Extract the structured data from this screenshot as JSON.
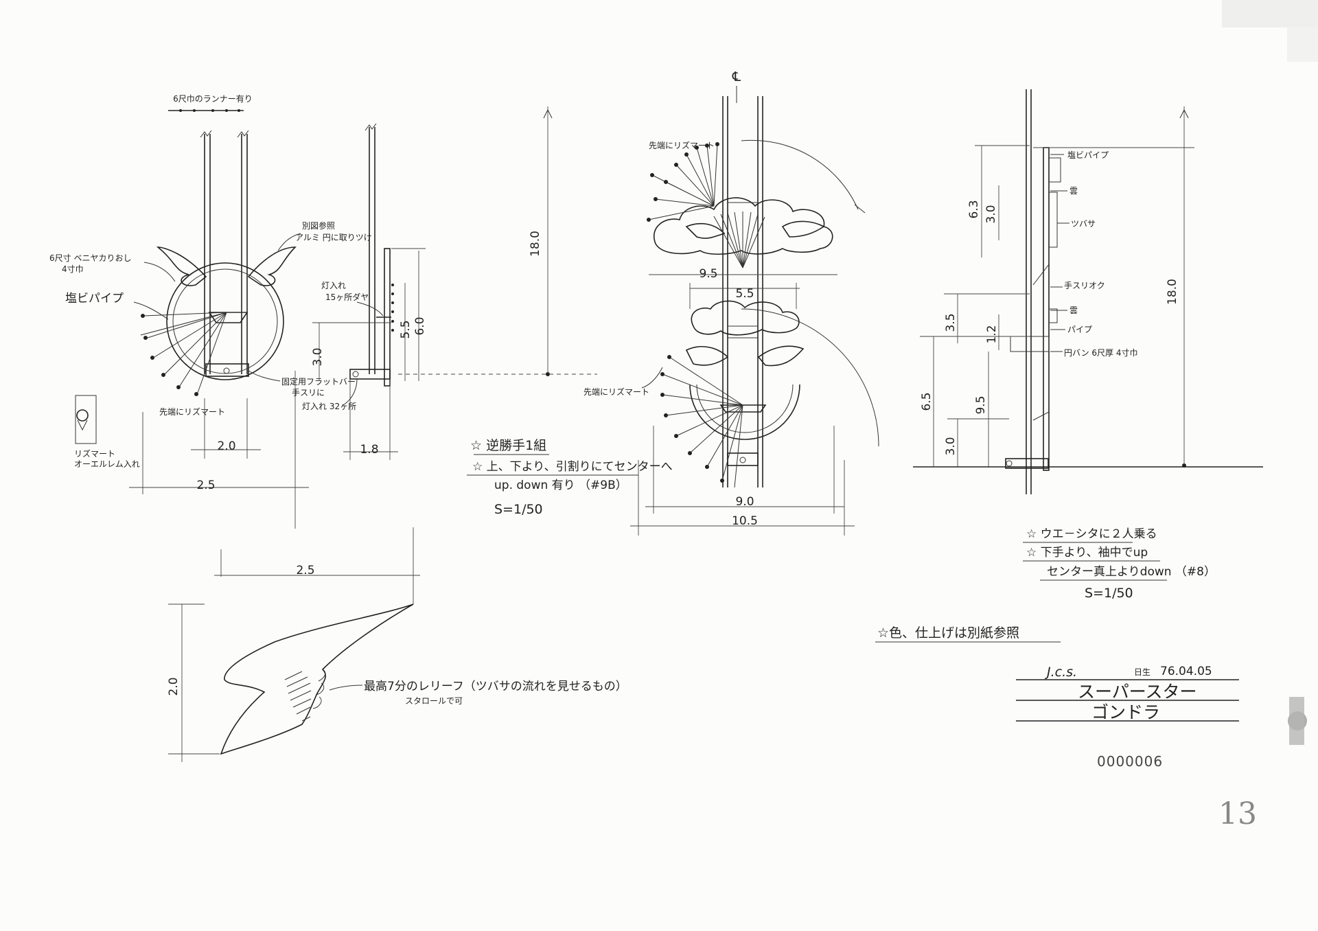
{
  "notes": {
    "runner_note": "6尺巾のランナー有り",
    "refer_drawing": "別図参照",
    "refer_sub": "アルミ 円に取りツけ",
    "plywood_note": "6尺寸 ベニヤカりおし",
    "plywood_sub": "4寸巾",
    "salt_pipe": "塩ビパイプ",
    "light_left": "灯入れ",
    "light_left_sub": "15ヶ所ダヤ",
    "flat_bar": "固定用フラットバー",
    "flat_bar_sub": "手スリに",
    "light_bottom": "灯入れ 32ヶ所",
    "tip_rhinestone_left": "先端にリズマート",
    "rhinestone_left": "リズマート",
    "rhinestone_left_sub": "オーエルレム入れ",
    "tip_rhinestone_top": "先端にリズマート",
    "tip_rhinestone_mid": "先端にリズマート",
    "right_salt_pipe": "塩ビパイプ",
    "right_cloud1": "雲",
    "right_wings": "ツバサ",
    "right_handrail": "手スリオク",
    "right_cloud2": "雲",
    "right_pipe": "パイプ",
    "right_round_bar": "円バン 6尺厚 4寸巾",
    "wing_relief": "最高7分のレリーフ（ツバサの流れを見せるもの）",
    "wing_relief_sub": "スタロールで可"
  },
  "spec_left": {
    "line1": "☆ 逆勝手1組",
    "line2": "☆ 上、下より、引割りにてセンターへ",
    "line3": "up. down 有り （#9B）",
    "scale": "S=1/50"
  },
  "spec_right": {
    "line1": "☆ ウエ－シタに２人乗る",
    "line2": "☆ 下手より、袖中でup",
    "line3": "センター真上よりdown （#8）",
    "scale": "S=1/50"
  },
  "color_note": "☆色、仕上げは別紙参照",
  "title_block": {
    "signature": "J.c.s.",
    "date_label": "日生",
    "date": "76.04.05",
    "title1": "スーパースター",
    "title2": "ゴンドラ"
  },
  "serial": "0000006",
  "page_number": "13",
  "dimensions": {
    "left_2_0": "2.0",
    "left_2_5": "2.5",
    "left_1_8": "1.8",
    "left_3_0": "3.0",
    "left_5_5": "5.5",
    "left_6_0": "6.0",
    "height_18_left": "18.0",
    "center_9_5": "9.5",
    "center_5_5": "5.5",
    "center_9_0": "9.0",
    "center_10_5": "10.5",
    "right_6_3": "6.3",
    "right_3_0a": "3.0",
    "right_3_5": "3.5",
    "right_1_2": "1.2",
    "right_6_5": "6.5",
    "right_9_5": "9.5",
    "right_3_0b": "3.0",
    "right_18_0": "18.0",
    "wing_2_5": "2.5",
    "wing_2_0": "2.0"
  }
}
